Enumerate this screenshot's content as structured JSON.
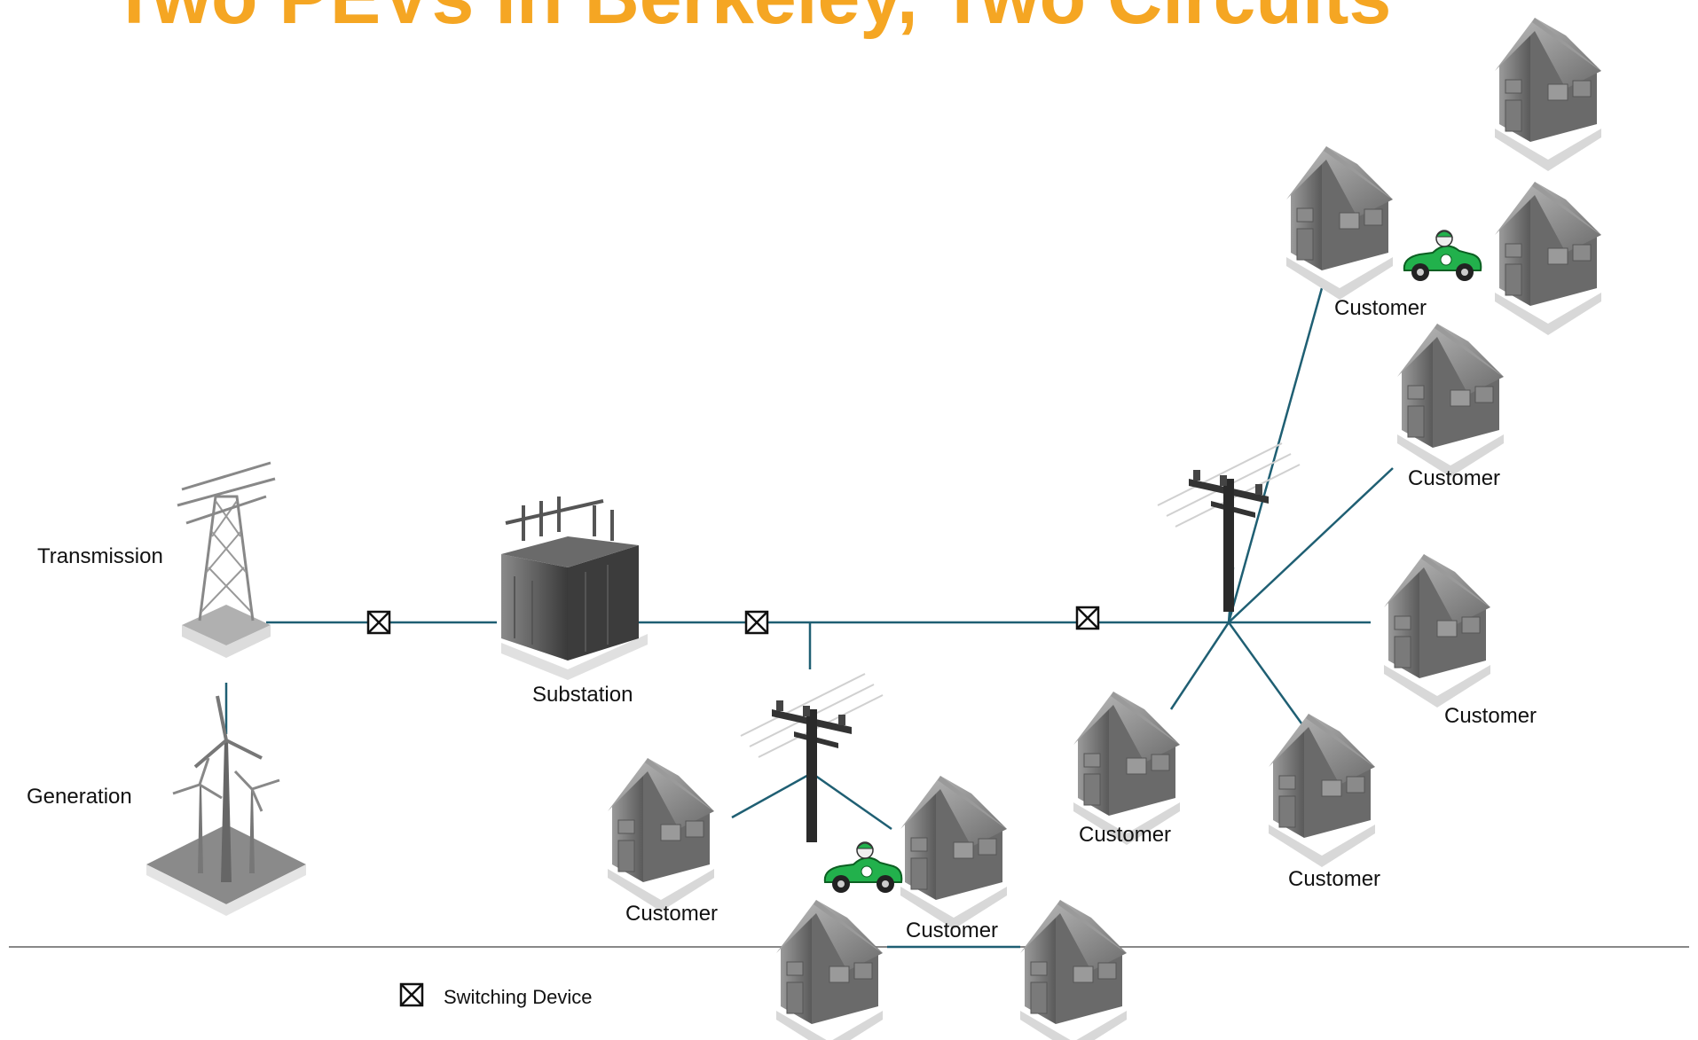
{
  "title": "Two PEVs in Berkeley, Two Circuits",
  "labels": {
    "transmission": "Transmission",
    "generation": "Generation",
    "substation": "Substation",
    "customer": "Customer"
  },
  "legend": {
    "switching_device": "Switching Device"
  },
  "colors": {
    "title": "#f5a623",
    "line": "#1f5f73",
    "car": "#22b14c",
    "house": "#7a7a7a"
  },
  "icons": [
    "transmission-tower-icon",
    "wind-turbine-icon",
    "substation-icon",
    "utility-pole-icon",
    "house-icon",
    "electric-car-icon",
    "switching-device-icon"
  ]
}
